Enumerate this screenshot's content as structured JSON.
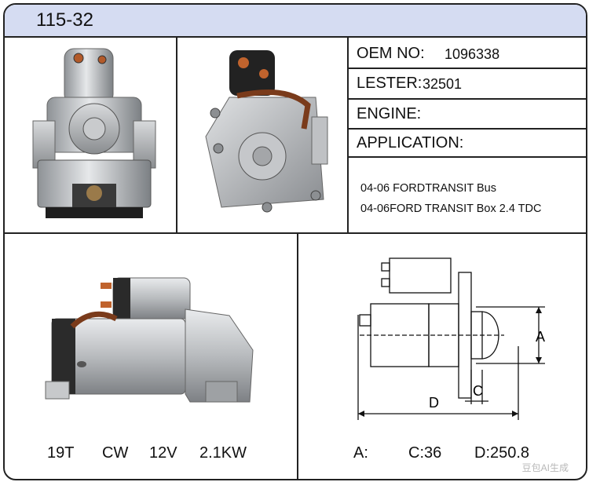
{
  "header": {
    "title": "115-32"
  },
  "specs": {
    "oem_label": "OEM NO:",
    "oem_value": "1096338",
    "lester_label": "LESTER:",
    "lester_value": "32501",
    "engine_label": "ENGINE:",
    "application_label": "APPLICATION:",
    "application_lines": [
      "04-06 FORDTRANSIT Bus",
      "04-06FORD TRANSIT Box 2.4 TDC"
    ]
  },
  "ratings": {
    "teeth": "19T",
    "rotation": "CW",
    "voltage": "12V",
    "power": "2.1KW"
  },
  "dimensions": {
    "a": "A:",
    "c": "C:36",
    "d": "D:250.8",
    "label_a": "A",
    "label_c": "C",
    "label_d": "D"
  },
  "watermark": "豆包AI生成"
}
